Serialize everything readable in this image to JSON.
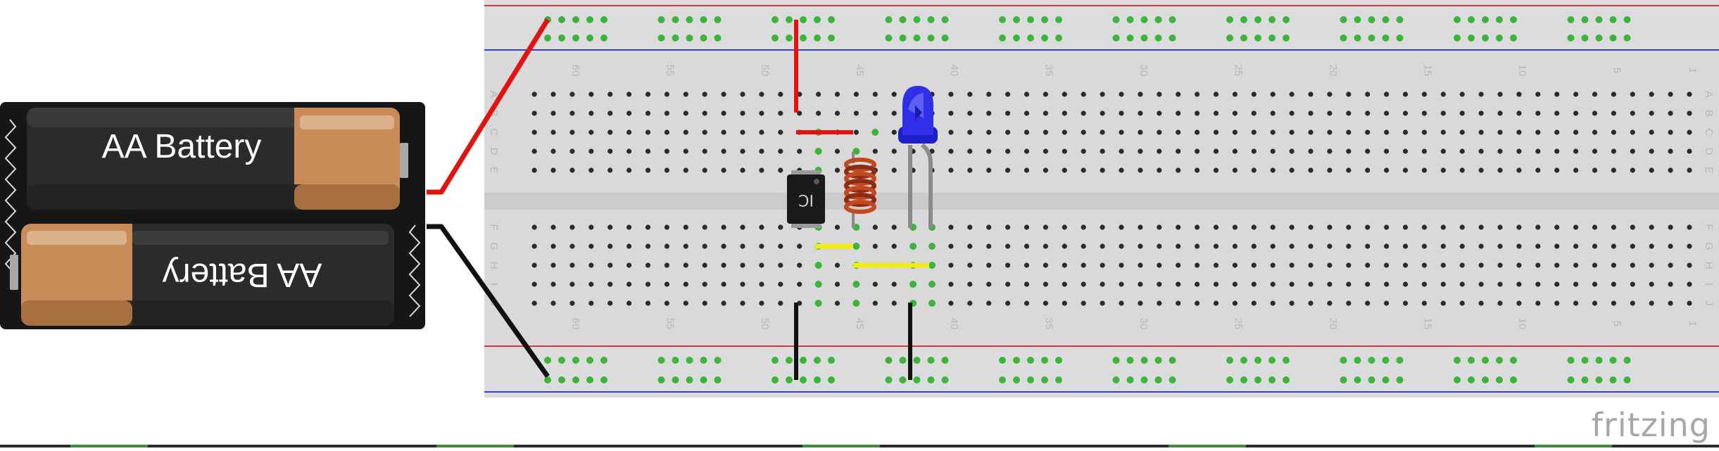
{
  "battery_pack": {
    "top_label": "AA Battery",
    "bottom_label": "AA Battery"
  },
  "breadboard": {
    "column_numbers": [
      "60",
      "55",
      "50",
      "45",
      "40",
      "35",
      "30",
      "25",
      "20",
      "15",
      "10",
      "5",
      "1"
    ],
    "row_letters_top": [
      "A",
      "B",
      "C",
      "D",
      "E"
    ],
    "row_letters_bottom": [
      "F",
      "G",
      "H",
      "I",
      "J"
    ]
  },
  "ic": {
    "label": "IC"
  },
  "watermark": {
    "text": "fritzing"
  },
  "colors": {
    "wire_red": "#e41111",
    "wire_black": "#111111",
    "jumper_yellow": "#f0ec14",
    "led_blue": "#2f2fe8",
    "inductor": "#b43a1c",
    "rail_red": "#d13a3a",
    "rail_blue": "#3a3ad1",
    "board": "#d9d9d9",
    "connected_hole": "#3bb63b"
  }
}
